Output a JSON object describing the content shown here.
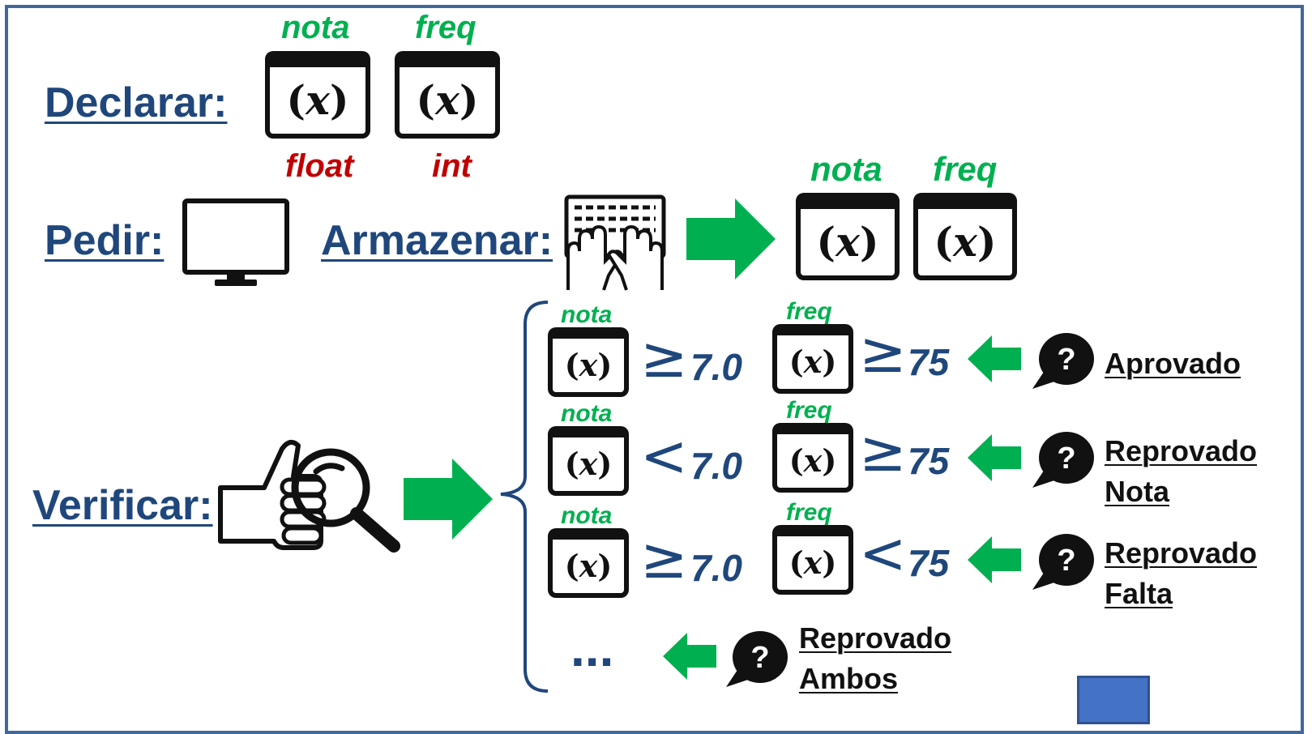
{
  "steps": {
    "declarar": "Declarar:",
    "pedir": "Pedir:",
    "armazenar": "Armazenar:",
    "verificar": "Verificar:"
  },
  "variables": {
    "nota": "nota",
    "freq": "freq"
  },
  "types": {
    "nota_type": "float",
    "freq_type": "int"
  },
  "var_symbol": {
    "open": "(",
    "x": "x",
    "close": ")"
  },
  "conditions": [
    {
      "nota_op": "≥",
      "nota_value": "7.0",
      "freq_op": "≥",
      "freq_value": "75",
      "result_line1": "Aprovado",
      "result_line2": ""
    },
    {
      "nota_op": "<",
      "nota_value": "7.0",
      "freq_op": "≥",
      "freq_value": "75",
      "result_line1": "Reprovado",
      "result_line2": "Nota"
    },
    {
      "nota_op": "≥",
      "nota_value": "7.0",
      "freq_op": "<",
      "freq_value": "75",
      "result_line1": "Reprovado",
      "result_line2": "Falta"
    }
  ],
  "extra_case": {
    "ellipsis": "...",
    "result_line1": "Reprovado",
    "result_line2": "Ambos"
  },
  "colors": {
    "title_blue": "#1f477c",
    "var_green": "#00b050",
    "type_red": "#c00000",
    "arrow_green": "#00b050",
    "frame_blue": "#41689a"
  },
  "icons": [
    "variable-box-icon",
    "monitor-icon",
    "keyboard-typing-icon",
    "magnifier-hand-icon",
    "arrow-right-icon",
    "arrow-left-icon",
    "question-bubble-icon",
    "brace-icon"
  ]
}
